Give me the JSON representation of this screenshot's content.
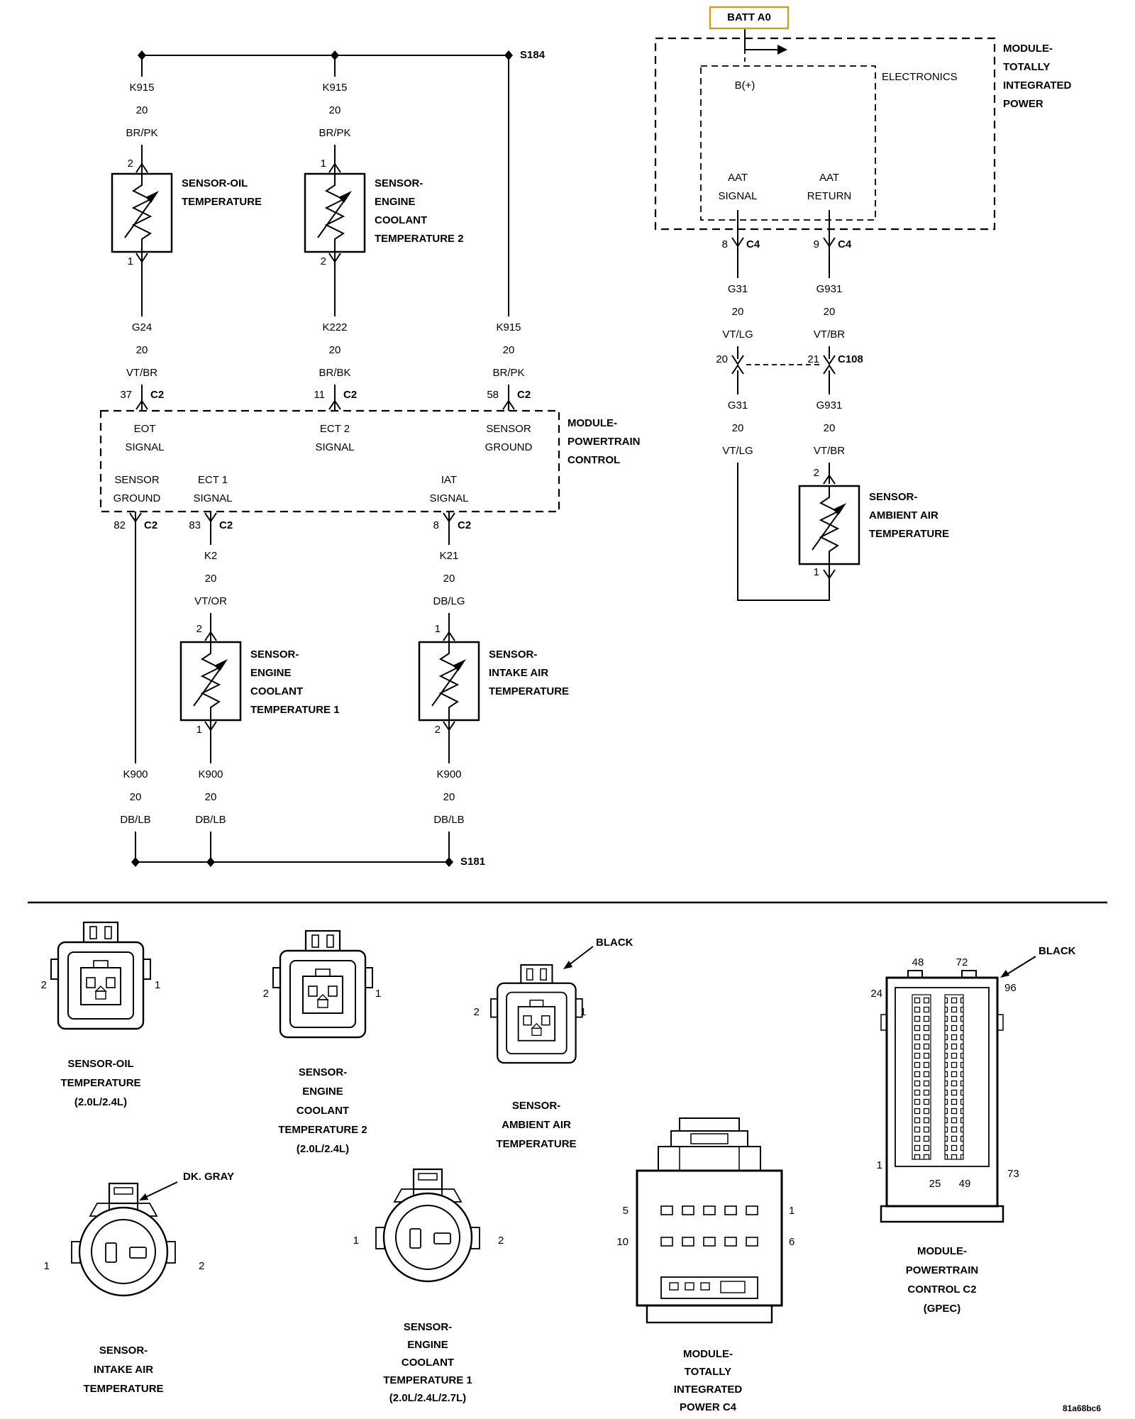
{
  "schematic": {
    "splices": {
      "s184": "S184",
      "s181": "S181"
    },
    "batt_label": "BATT A0",
    "tipm": {
      "name": "MODULE-\nTOTALLY\nINTEGRATED\nPOWER",
      "electronics": "ELECTRONICS",
      "b_plus": "B(+)",
      "aat_signal": "AAT\nSIGNAL",
      "aat_return": "AAT\nRETURN",
      "pin_8": "8",
      "pin_9": "9",
      "connector_c4": "C4"
    },
    "c108": {
      "name": "C108",
      "pin_20": "20",
      "pin_21": "21"
    },
    "pcm": {
      "name": "MODULE-\nPOWERTRAIN\nCONTROL",
      "eot_signal": "EOT\nSIGNAL",
      "ect2_signal": "ECT 2\nSIGNAL",
      "sensor_ground_top": "SENSOR\nGROUND",
      "sensor_ground_bottom": "SENSOR\nGROUND",
      "ect1_signal": "ECT 1\nSIGNAL",
      "iat_signal": "IAT\nSIGNAL",
      "pin_37": "37",
      "pin_11": "11",
      "pin_58": "58",
      "pin_82": "82",
      "pin_83": "83",
      "pin_8": "8",
      "connector_c2": "C2"
    },
    "wires": {
      "k915_left": "K915\n20\nBR/PK",
      "k915_mid": "K915\n20\nBR/PK",
      "k915_right": "K915\n20\nBR/PK",
      "g24": "G24\n20\nVT/BR",
      "k222": "K222\n20\nBR/BK",
      "k2": "K2\n20\nVT/OR",
      "k21": "K21\n20\nDB/LG",
      "k900_left": "K900\n20\nDB/LB",
      "k900_mid": "K900\n20\nDB/LB",
      "k900_right": "K900\n20\nDB/LB",
      "g31_upper": "G31\n20\nVT/LG",
      "g931_upper": "G931\n20\nVT/BR",
      "g31_lower": "G31\n20\nVT/LG",
      "g931_lower": "G931\n20\nVT/BR"
    },
    "sensors": {
      "oil": {
        "name": "SENSOR-OIL\nTEMPERATURE",
        "top_pin": "2",
        "bottom_pin": "1"
      },
      "ect2": {
        "name": "SENSOR-\nENGINE\nCOOLANT\nTEMPERATURE 2",
        "top_pin": "1",
        "bottom_pin": "2"
      },
      "ect1": {
        "name": "SENSOR-\nENGINE\nCOOLANT\nTEMPERATURE 1",
        "top_pin": "2",
        "bottom_pin": "1"
      },
      "iat": {
        "name": "SENSOR-\nINTAKE AIR\nTEMPERATURE",
        "top_pin": "1",
        "bottom_pin": "2"
      },
      "aat": {
        "name": "SENSOR-\nAMBIENT AIR\nTEMPERATURE",
        "top_pin": "2",
        "bottom_pin": "1"
      }
    }
  },
  "connector_views": {
    "oil": {
      "caption": "SENSOR-OIL\nTEMPERATURE\n(2.0L/2.4L)",
      "left_pin": "2",
      "right_pin": "1"
    },
    "ect2": {
      "caption": "SENSOR-\nENGINE\nCOOLANT\nTEMPERATURE 2\n(2.0L/2.4L)",
      "left_pin": "2",
      "right_pin": "1"
    },
    "aat": {
      "caption": "SENSOR-\nAMBIENT AIR\nTEMPERATURE",
      "left_pin": "2",
      "right_pin": "1",
      "color_callout": "BLACK"
    },
    "gpec": {
      "caption": "MODULE-\nPOWERTRAIN\nCONTROL C2\n(GPEC)",
      "color_callout": "BLACK",
      "pin_48": "48",
      "pin_72": "72",
      "pin_24": "24",
      "pin_96": "96",
      "pin_1": "1",
      "pin_73": "73",
      "pin_25": "25",
      "pin_49": "49"
    },
    "iat": {
      "caption": "SENSOR-\nINTAKE AIR\nTEMPERATURE",
      "left_pin": "1",
      "right_pin": "2",
      "color_callout": "DK. GRAY"
    },
    "ect1": {
      "caption": "SENSOR-\nENGINE\nCOOLANT\nTEMPERATURE 1\n(2.0L/2.4L/2.7L)",
      "left_pin": "1",
      "right_pin": "2"
    },
    "tipm_c4": {
      "caption": "MODULE-\nTOTALLY\nINTEGRATED\nPOWER C4",
      "pin_5": "5",
      "pin_10": "10",
      "pin_1": "1",
      "pin_6": "6"
    }
  },
  "colors": {
    "batt_box_border": "#c9a227"
  },
  "watermark": "81a68bc6"
}
